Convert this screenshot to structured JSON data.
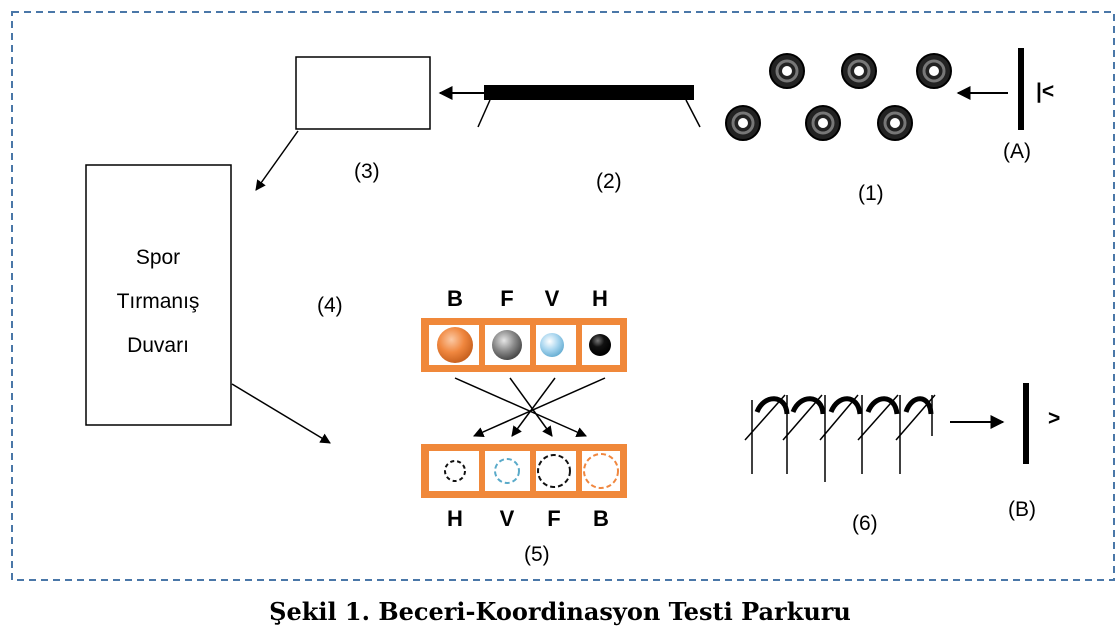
{
  "labels": {
    "start_label": "(A)",
    "start_marker": "|<",
    "end_label": "(B)",
    "end_marker": ">",
    "station1": "(1)",
    "station2": "(2)",
    "station3": "(3)",
    "station4": "(4)",
    "station5": "(5)",
    "station6": "(6)"
  },
  "wall": {
    "line1": "Spor",
    "line2": "Tırmanış",
    "line3": "Duvarı"
  },
  "ball_box_top": {
    "letters": [
      "B",
      "F",
      "V",
      "H"
    ],
    "colors": [
      "#f0873f",
      "#8a8a8a",
      "#a9d6ef",
      "#111111"
    ]
  },
  "ball_box_bottom": {
    "letters": [
      "H",
      "V",
      "F",
      "B"
    ],
    "colors": [
      "#111111",
      "#5aaac9",
      "#111111",
      "#f0873f"
    ]
  },
  "box_border_color": "#f0883a",
  "frame_border_color": "#4a77a8",
  "caption": "Şekil 1. Beceri-Koordinasyon Testi Parkuru"
}
